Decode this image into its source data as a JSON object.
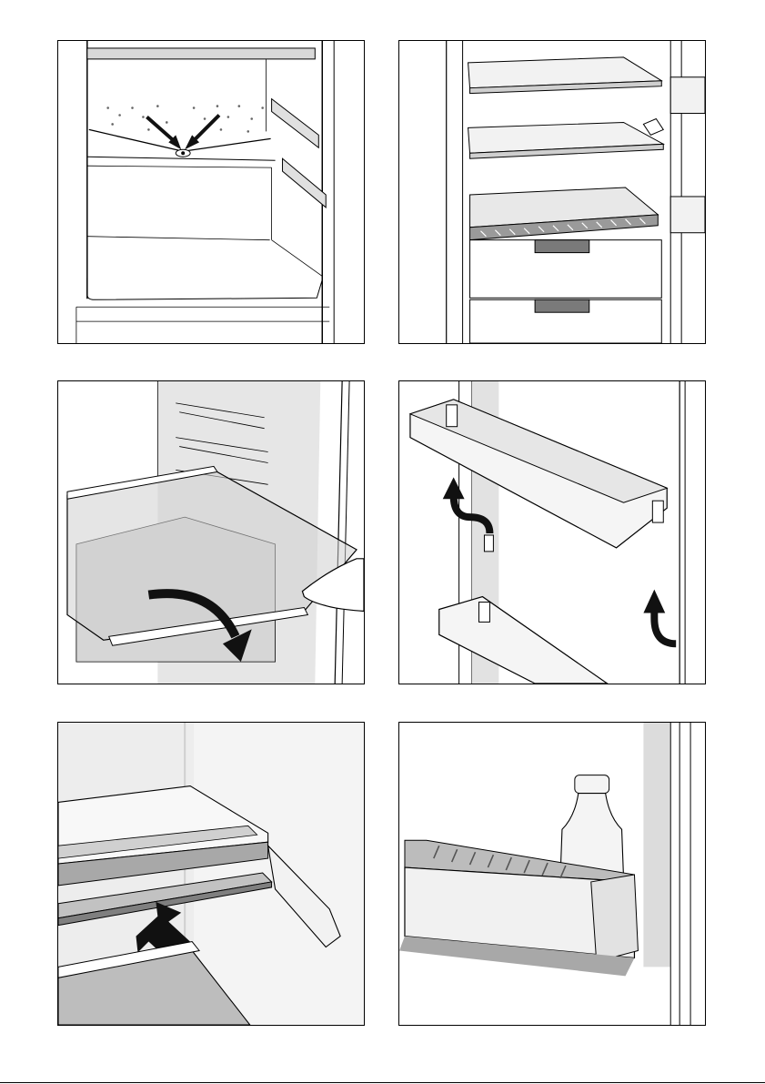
{
  "page": {
    "panels": [
      {
        "id": "defrost-drain",
        "icon": "water-drain-icon"
      },
      {
        "id": "fridge-interior-shelves",
        "icon": "shelves-icon"
      },
      {
        "id": "remove-glass-shelf",
        "icon": "tilt-remove-arrow-icon"
      },
      {
        "id": "door-shelf-lift",
        "icon": "lift-up-arrow-icon"
      },
      {
        "id": "insert-shelf",
        "icon": "push-in-arrow-icon"
      },
      {
        "id": "bottle-door-rack",
        "icon": "bottle-icon"
      }
    ]
  },
  "colors": {
    "line": "#000000",
    "wall_gray": "#e6e6e6",
    "mid_gray": "#b3b3b3",
    "dark_gray": "#6e6e6e",
    "arrow": "#111111"
  }
}
